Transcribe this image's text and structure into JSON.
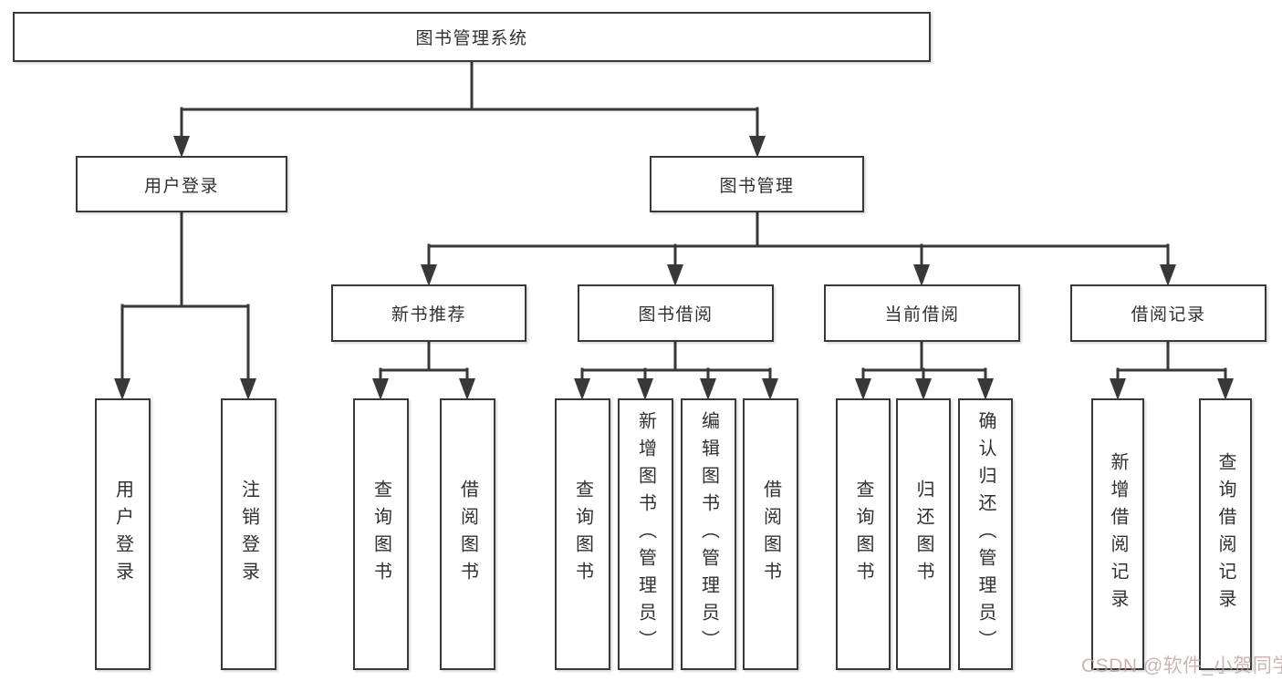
{
  "page": {
    "background": "#ffffff"
  },
  "colors": {
    "line": "#383838",
    "box_border": "#383838",
    "box_fill": "#ffffff",
    "text": "#303030",
    "watermark": "#cdb0ab"
  },
  "tree": {
    "root": {
      "label": "图书管理系统"
    },
    "branches": [
      {
        "label": "用户登录",
        "children": [
          {
            "label": "用户登录"
          },
          {
            "label": "注销登录"
          }
        ]
      },
      {
        "label": "图书管理",
        "children": [
          {
            "label": "新书推荐",
            "children": [
              {
                "label": "查询图书"
              },
              {
                "label": "借阅图书"
              }
            ]
          },
          {
            "label": "图书借阅",
            "children": [
              {
                "label": "查询图书"
              },
              {
                "label": "新增图书（管理员）"
              },
              {
                "label": "编辑图书（管理员）"
              },
              {
                "label": "借阅图书"
              }
            ]
          },
          {
            "label": "当前借阅",
            "children": [
              {
                "label": "查询图书"
              },
              {
                "label": "归还图书"
              },
              {
                "label": "确认归还（管理员）"
              }
            ]
          },
          {
            "label": "借阅记录",
            "children": [
              {
                "label": "新增借阅记录"
              },
              {
                "label": "查询借阅记录"
              }
            ]
          }
        ]
      }
    ]
  },
  "watermark": {
    "text": "CSDN @软件_小贺同学"
  }
}
